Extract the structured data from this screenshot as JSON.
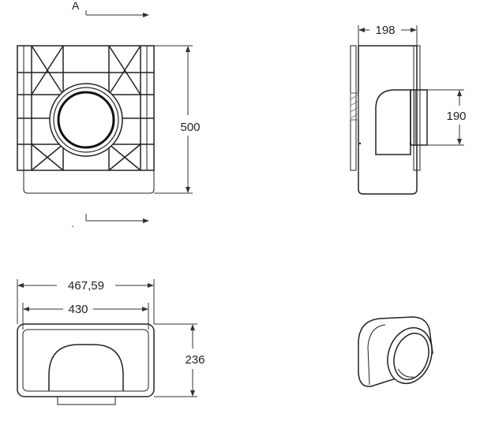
{
  "section_label": "A",
  "dimensions": {
    "front_height": "500",
    "side_width": "198",
    "side_outlet": "190",
    "top_outer_width": "467,59",
    "top_inner_width": "430",
    "top_depth": "236"
  },
  "colors": {
    "stroke": "#222222",
    "background": "#ffffff"
  }
}
